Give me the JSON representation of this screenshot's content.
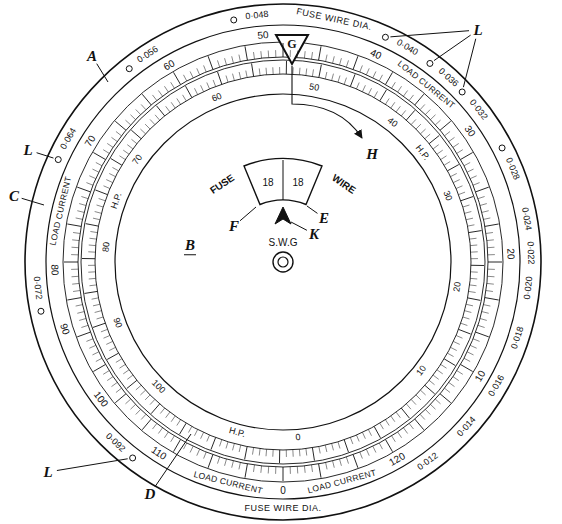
{
  "diagram": {
    "labels": [
      "FUSE WIRE DIA.",
      "FUSE WIRE DIA.",
      "0·048",
      "0·056",
      "0·064",
      "0·072",
      "0·092",
      "0·040",
      "0·036",
      "0·032",
      "0·028",
      "0·024",
      "0·022",
      "0·020",
      "0·018",
      "0·016",
      "0·014",
      "0·012",
      "50",
      "40",
      "LOAD CURRENT",
      "30",
      "20",
      "10",
      "120",
      "LOAD CURRENT",
      "0",
      "LOAD CURRENT",
      "110",
      "100",
      "90",
      "80",
      "LOAD CURRENT",
      "70",
      "60",
      "60",
      "50",
      "40",
      "H.P.",
      "30",
      "20",
      "10",
      "0",
      "H.P.",
      "100",
      "90",
      "80",
      "H.P.",
      "70",
      "FUSE",
      "WIRE",
      "18",
      "18",
      "S.W.G",
      "A",
      "B",
      "C",
      "D",
      "E",
      "F",
      "G",
      "H",
      "K",
      "L",
      "L",
      "L"
    ]
  }
}
